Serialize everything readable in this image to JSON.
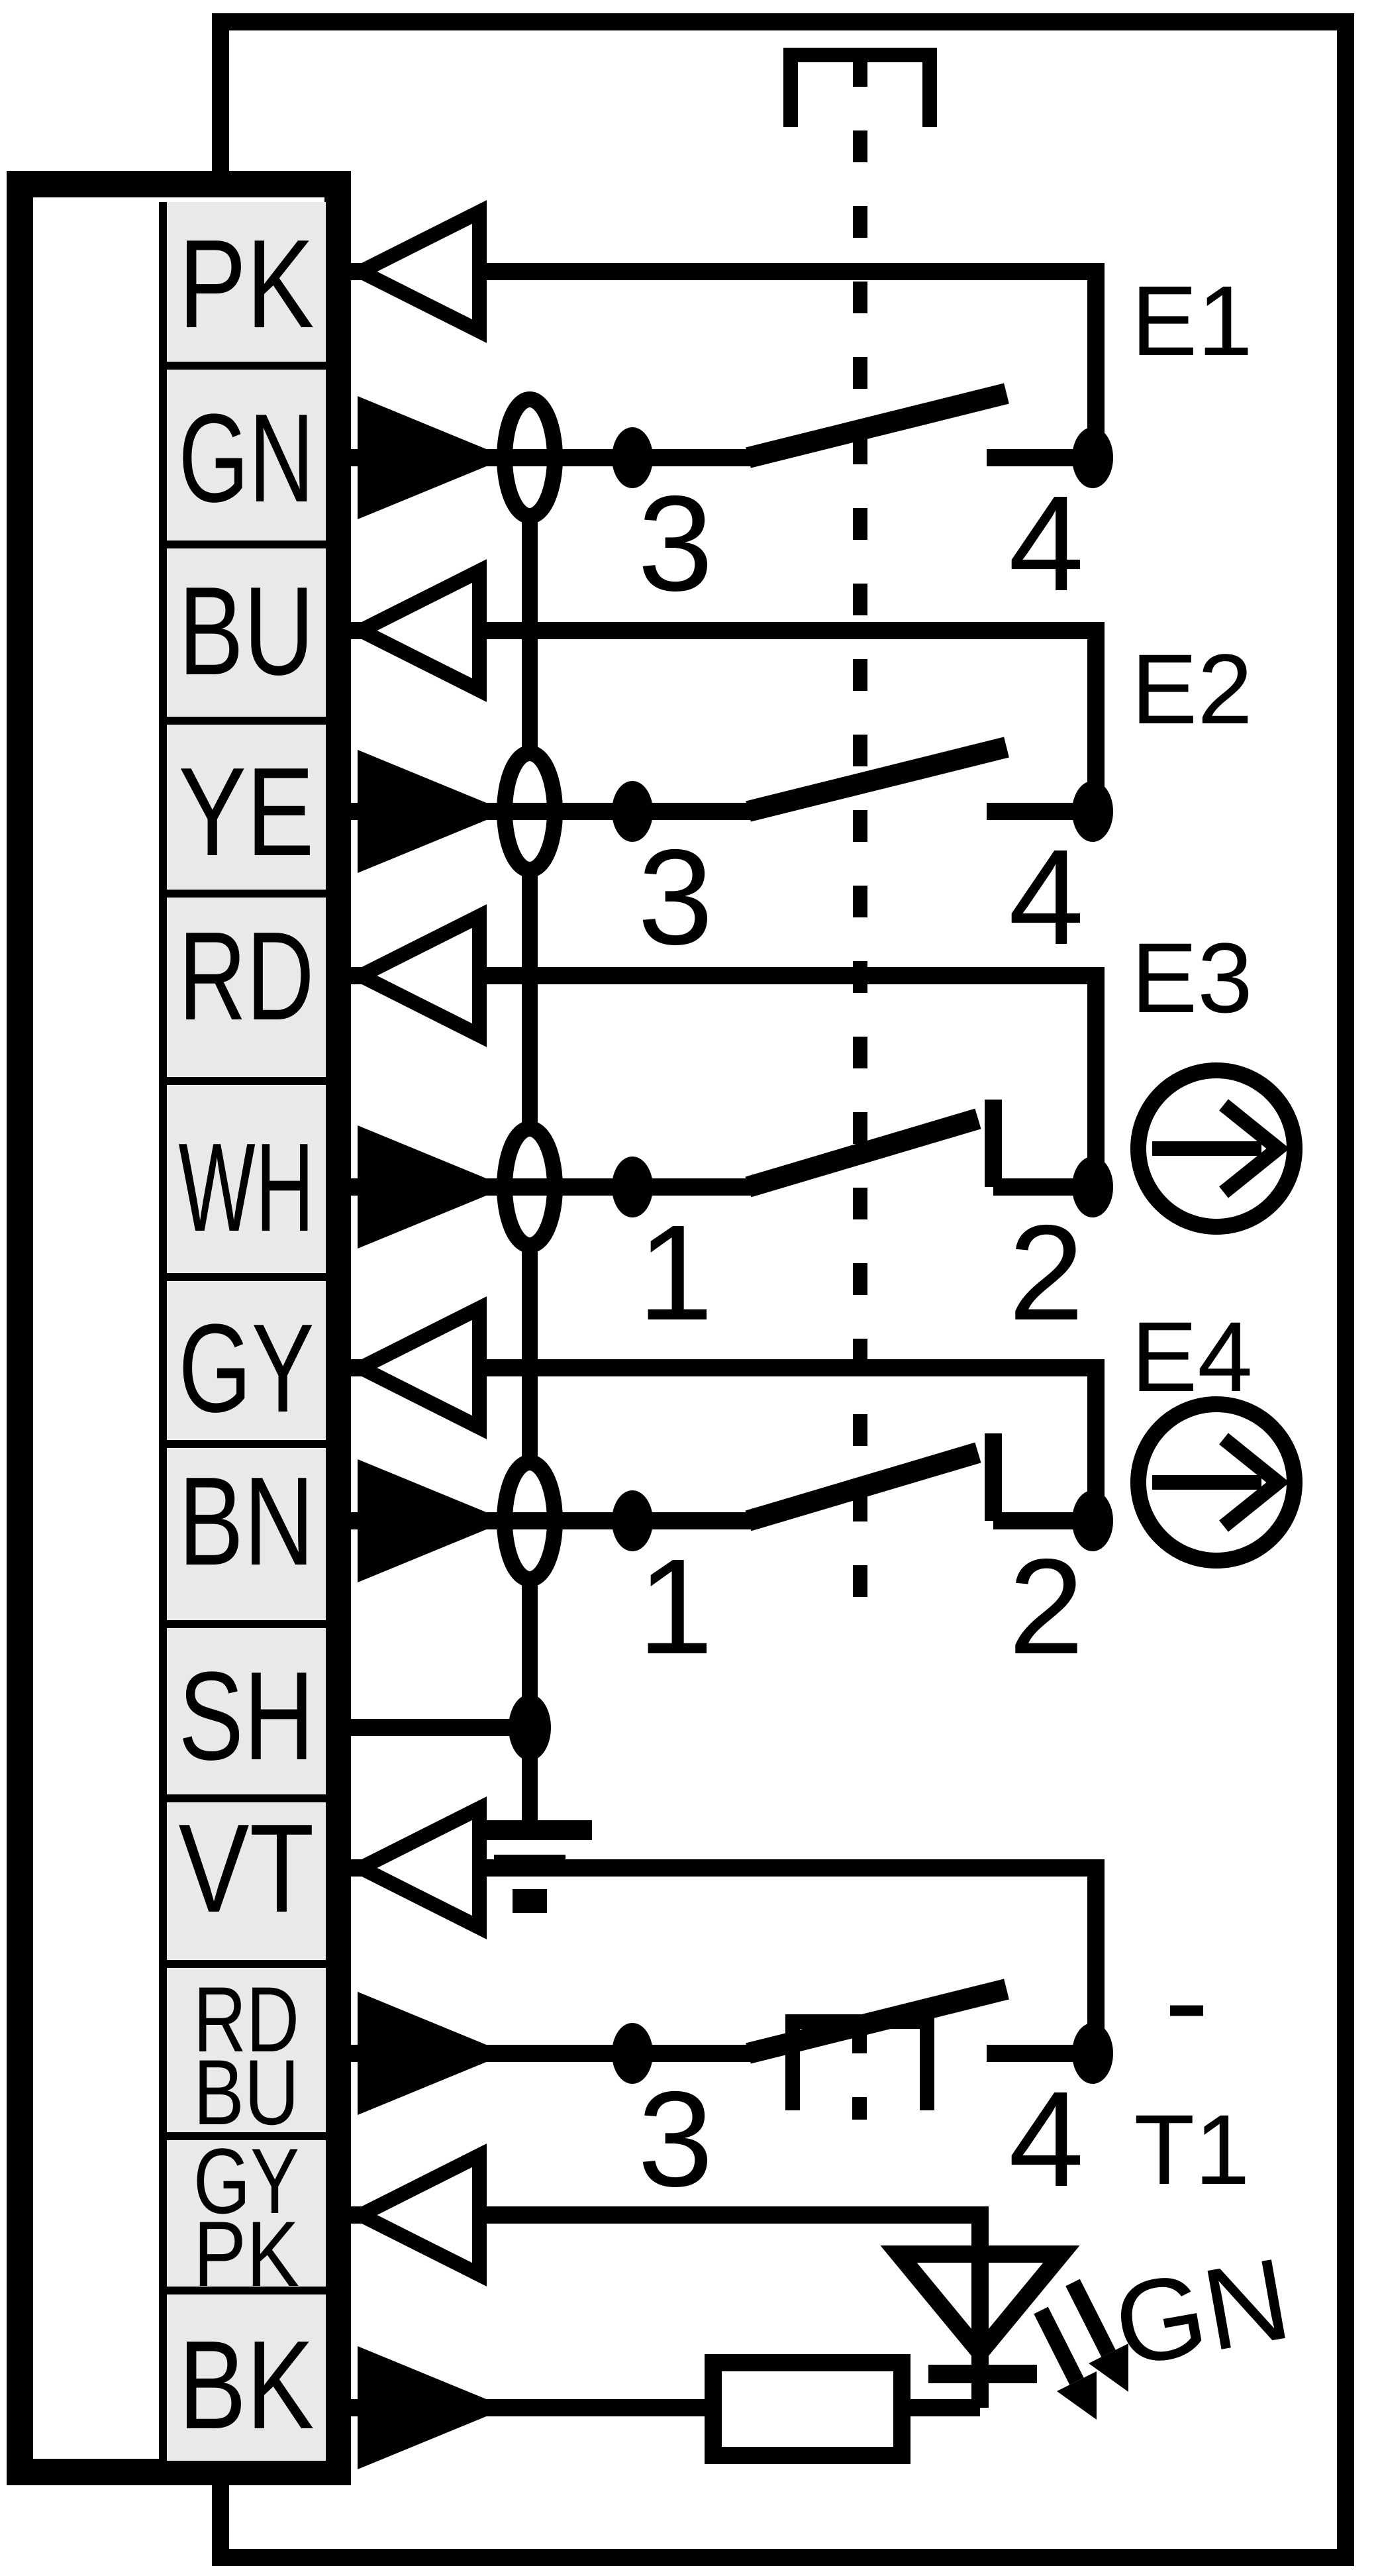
{
  "diagram_type": "sensor-wiring-diagram",
  "colors": {
    "line": "#000000",
    "terminal_cell_fill": "#e9e9e9",
    "background": "#ffffff"
  },
  "terminals": [
    {
      "id": "pk",
      "lines": [
        "PK"
      ],
      "direction": "output"
    },
    {
      "id": "gn",
      "lines": [
        "GN"
      ],
      "direction": "input"
    },
    {
      "id": "bu",
      "lines": [
        "BU"
      ],
      "direction": "output"
    },
    {
      "id": "ye",
      "lines": [
        "YE"
      ],
      "direction": "input"
    },
    {
      "id": "rd",
      "lines": [
        "RD"
      ],
      "direction": "output"
    },
    {
      "id": "wh",
      "lines": [
        "WH"
      ],
      "direction": "input"
    },
    {
      "id": "gy",
      "lines": [
        "GY"
      ],
      "direction": "output"
    },
    {
      "id": "bn",
      "lines": [
        "BN"
      ],
      "direction": "input"
    },
    {
      "id": "sh",
      "lines": [
        "SH"
      ],
      "direction": "shield"
    },
    {
      "id": "vt",
      "lines": [
        "VT"
      ],
      "direction": "output"
    },
    {
      "id": "rdbu",
      "lines": [
        "RD",
        "BU"
      ],
      "direction": "input"
    },
    {
      "id": "gypk",
      "lines": [
        "GY",
        "PK"
      ],
      "direction": "output"
    },
    {
      "id": "bk",
      "lines": [
        "BK"
      ],
      "direction": "input"
    }
  ],
  "switches": [
    {
      "label": "E1",
      "left_pin": "3",
      "right_pin": "4",
      "contact_type": "NO"
    },
    {
      "label": "E2",
      "left_pin": "3",
      "right_pin": "4",
      "contact_type": "NO"
    },
    {
      "label": "E3",
      "left_pin": "1",
      "right_pin": "2",
      "contact_type": "NC",
      "actuator_target": true
    },
    {
      "label": "E4",
      "left_pin": "1",
      "right_pin": "2",
      "contact_type": "NC",
      "actuator_target": true
    },
    {
      "label": "T1",
      "left_pin": "3",
      "right_pin": "4",
      "contact_type": "NO",
      "polarity": "-"
    }
  ],
  "led": {
    "label": "GN"
  }
}
